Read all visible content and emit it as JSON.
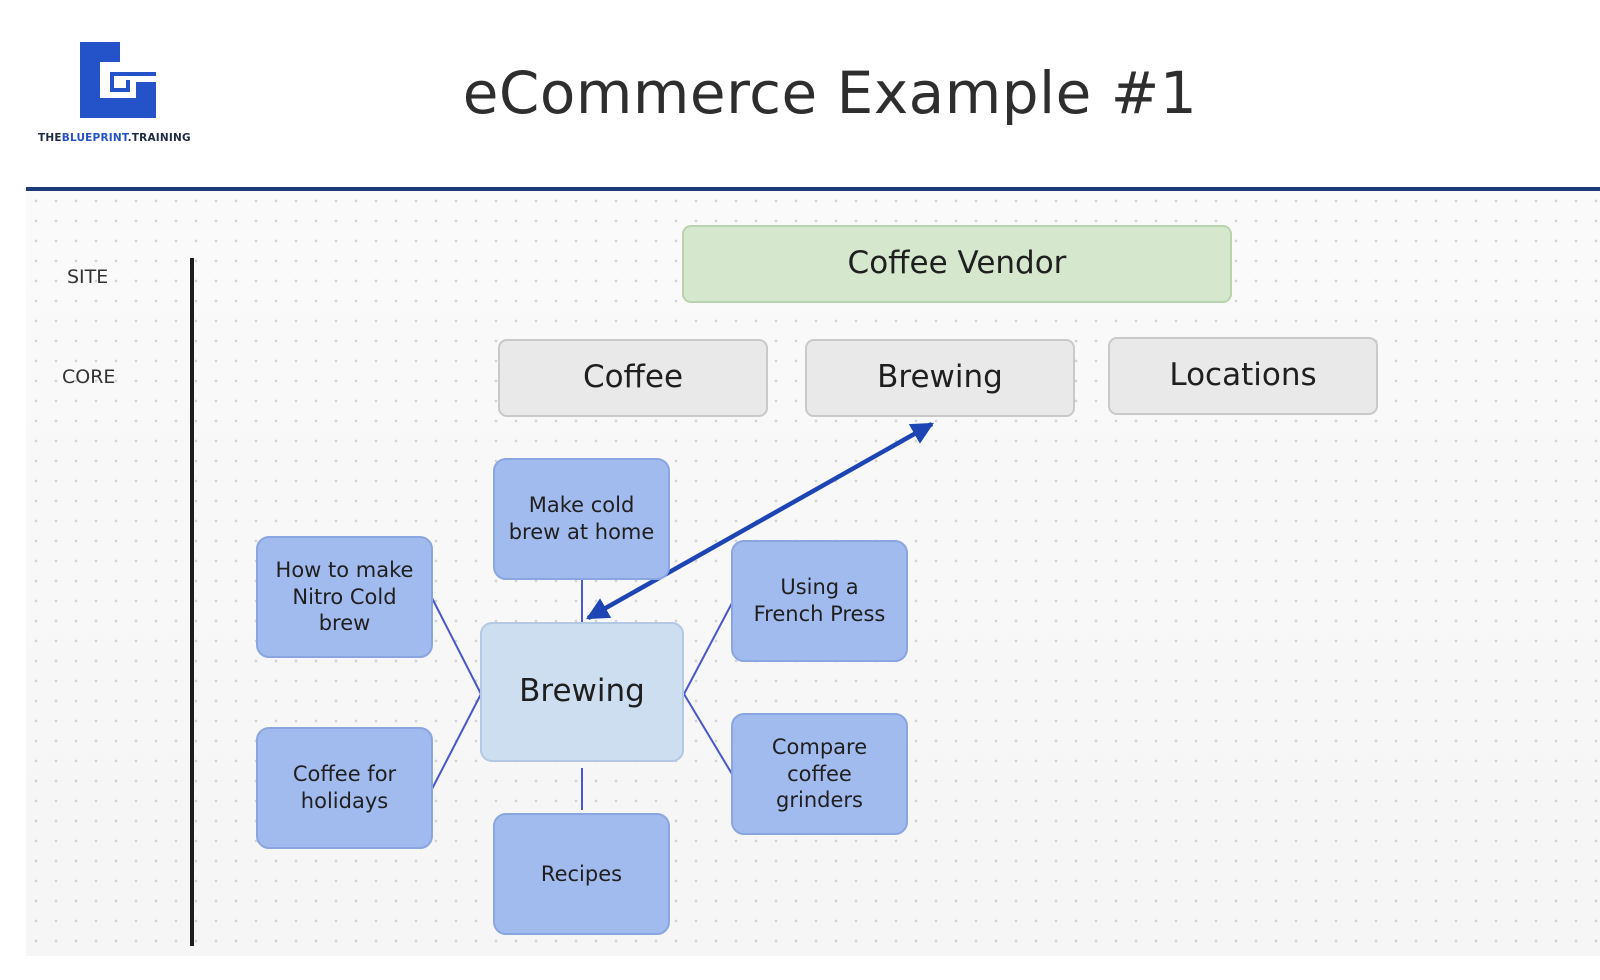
{
  "logo": {
    "text_prefix": "THE",
    "text_accent": "BLUEPRINT",
    "text_suffix": ".TRAINING",
    "icon": "blueprint-logo-icon",
    "brand_color": "#2452c9"
  },
  "title": "eCommerce Example #1",
  "levels": {
    "site": "SITE",
    "core": "CORE"
  },
  "site_node": "Coffee Vendor",
  "core_nodes": [
    "Coffee",
    "Brewing",
    "Locations"
  ],
  "hub": "Brewing",
  "topics": [
    "Make cold brew at home",
    "How to make Nitro Cold brew",
    "Using a French Press",
    "Coffee for holidays",
    "Compare coffee grinders",
    "Recipes"
  ],
  "links": [
    {
      "from": "Brewing (hub)",
      "to": "Brewing (core)",
      "style": "double-arrow"
    },
    {
      "from": "Brewing (hub)",
      "to": "Make cold brew at home"
    },
    {
      "from": "Brewing (hub)",
      "to": "How to make Nitro Cold brew"
    },
    {
      "from": "Brewing (hub)",
      "to": "Using a French Press"
    },
    {
      "from": "Brewing (hub)",
      "to": "Coffee for holidays"
    },
    {
      "from": "Brewing (hub)",
      "to": "Compare coffee grinders"
    },
    {
      "from": "Brewing (hub)",
      "to": "Recipes"
    }
  ],
  "colors": {
    "header_rule": "#1f3a7a",
    "site_node": "#d5e8cd",
    "core_node": "#e9e9e9",
    "hub_node": "#cddef1",
    "topic_node": "#a2bbee",
    "arrow": "#1e45b4",
    "connector": "#4a55d0"
  }
}
